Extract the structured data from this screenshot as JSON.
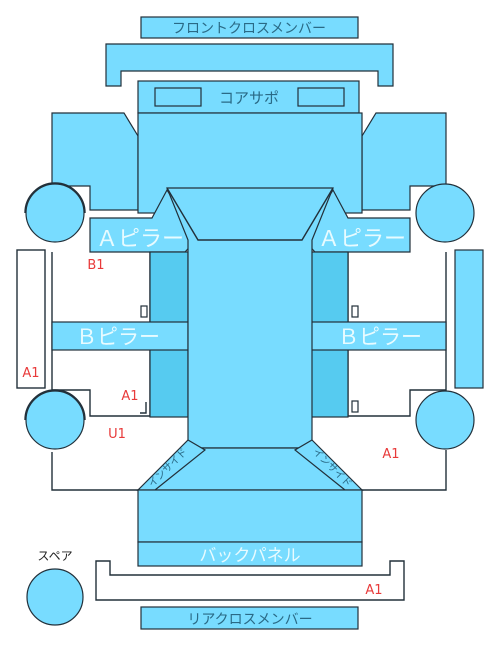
{
  "labels": {
    "front_cross_member": "フロントクロスメンバー",
    "core_support": "コアサポ",
    "a_pillar_left": "Ａピラー",
    "a_pillar_right": "Ａピラー",
    "b_pillar_left": "Ｂピラー",
    "b_pillar_right": "Ｂピラー",
    "back_panel": "バックパネル",
    "rear_cross_member": "リアクロスメンバー",
    "spare": "スペア",
    "inside_left": "インサイド",
    "inside_right": "インサイド"
  },
  "markers": {
    "b1": "B1",
    "a1_left": "A1",
    "a1_mid": "A1",
    "u1": "U1",
    "a1_right": "A1",
    "a1_rear": "A1"
  },
  "colors": {
    "panel": "#78dcff",
    "panel_dark": "#56cbf0",
    "marker": "#e83a3a"
  }
}
